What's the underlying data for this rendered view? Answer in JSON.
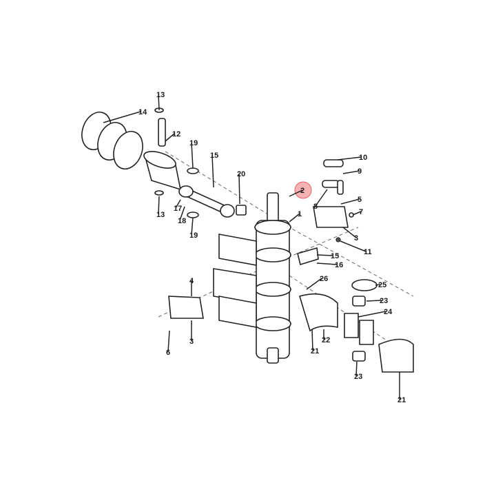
{
  "diagram": {
    "type": "exploded-parts-diagram",
    "highlight_color": "#f28080",
    "highlighted_label": "2",
    "labels": [
      "13",
      "14",
      "12",
      "19",
      "15",
      "20",
      "17",
      "18",
      "13",
      "19",
      "2",
      "10",
      "9",
      "8",
      "5",
      "7",
      "1",
      "3",
      "11",
      "15",
      "16",
      "26",
      "4",
      "25",
      "23",
      "24",
      "22",
      "21",
      "3",
      "6",
      "23",
      "21"
    ]
  }
}
